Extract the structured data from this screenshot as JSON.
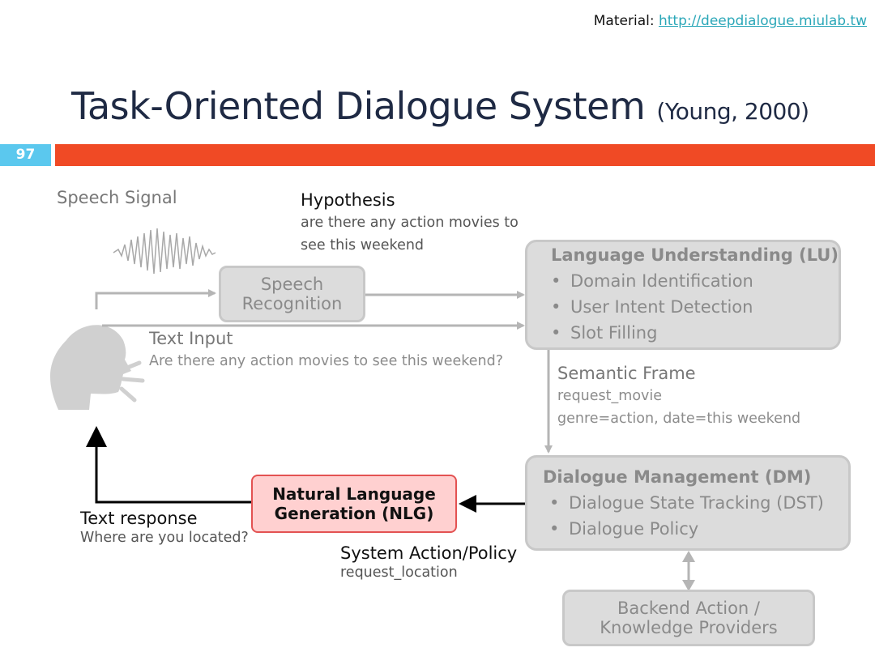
{
  "header": {
    "material_label": "Material:",
    "material_link": "http://deepdialogue.miulab.tw",
    "title": "Task-Oriented Dialogue System",
    "citation": "(Young, 2000)",
    "slide_number": "97"
  },
  "diagram": {
    "speech_signal": "Speech Signal",
    "hypothesis": {
      "title": "Hypothesis",
      "line1": "are there any action movies to",
      "line2": "see this weekend"
    },
    "speech_recognition": {
      "line1": "Speech",
      "line2": "Recognition"
    },
    "lu": {
      "title": "Language Understanding (LU)",
      "items": [
        "Domain Identification",
        "User Intent Detection",
        "Slot Filling"
      ]
    },
    "text_input": {
      "title": "Text Input",
      "text": "Are there any action movies to see this weekend?"
    },
    "semantic_frame": {
      "title": "Semantic Frame",
      "line1": "request_movie",
      "line2": "genre=action, date=this weekend"
    },
    "dm": {
      "title": "Dialogue Management (DM)",
      "items": [
        "Dialogue State Tracking (DST)",
        "Dialogue Policy"
      ]
    },
    "nlg": {
      "line1": "Natural Language",
      "line2": "Generation (NLG)"
    },
    "text_response": {
      "title": "Text response",
      "text": "Where are you located?"
    },
    "system_action": {
      "title": "System Action/Policy",
      "text": "request_location"
    },
    "backend": {
      "line1": "Backend Action /",
      "line2": "Knowledge Providers"
    }
  },
  "colors": {
    "title_bar": "#f04a25",
    "slide_number_bg": "#5bc8ee",
    "title_text": "#1f2a44",
    "box_grey": "#dcdcdc",
    "nlg_fill": "#ffd0d0",
    "nlg_border": "#e35252",
    "link": "#2aa7b8"
  }
}
